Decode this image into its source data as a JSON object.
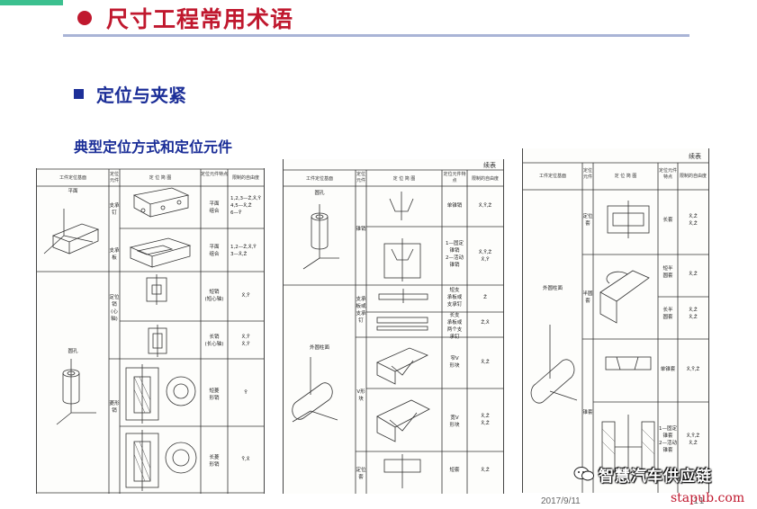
{
  "slide": {
    "title": "尺寸工程常用术语",
    "subheading": "定位与夹紧",
    "caption": "典型定位方式和定位元件",
    "date": "2017/9/11",
    "page_number": "11",
    "watermark": "智慧汽车供应链",
    "site": "stapub.com",
    "colors": {
      "title": "#c0182e",
      "heading": "#1c2f98",
      "rule": "#a9b4d6",
      "accent": "#3cc08f"
    }
  },
  "table1": {
    "headers": [
      "工件定位基面",
      "定位元件",
      "定 位 简 图",
      "定位元件特点",
      "限制的自由度"
    ],
    "rows": [
      {
        "base": "平面",
        "element": "支承钉",
        "feature": "平面\n组合",
        "dof": "1,2,3—Z̄,X̂,Ŷ\n4,5—X̄,Ẑ\n6—Ȳ"
      },
      {
        "base": "",
        "element": "支承板",
        "feature": "平面\n组合",
        "dof": "1,2—Z̄,X̂,Ŷ\n3—X̄,Ẑ"
      },
      {
        "base": "圆孔",
        "element": "定位销\n(心轴)",
        "feature": "短销\n(短心轴)",
        "dof": "X̄,Ȳ"
      },
      {
        "base": "",
        "element": "",
        "feature": "长销\n(长心轴)",
        "dof": "X̄,Ȳ\nX̂,Ŷ"
      },
      {
        "base": "",
        "element": "菱形销",
        "feature": "短菱\n形销",
        "dof": "Ȳ"
      },
      {
        "base": "",
        "element": "",
        "feature": "长菱\n形销",
        "dof": "Ȳ,X̂"
      }
    ]
  },
  "table2": {
    "continued": "续表",
    "headers": [
      "工件定位基面",
      "定位元件",
      "定 位 简 图",
      "定位元件特点",
      "限制的自由度"
    ],
    "rows": [
      {
        "base": "圆孔",
        "element": "锥销",
        "feature": "单锥销",
        "dof": "X̄,Ȳ,Z̄"
      },
      {
        "base": "",
        "element": "",
        "feature": "1—固定\n锥销\n2—活动\n锥销",
        "dof": "X̄,Ȳ,Z̄\nX̂,Ŷ"
      },
      {
        "base": "外圆柱面",
        "element": "支承板或\n支承钉",
        "feature": "短支\n承板或\n支承钉",
        "dof": "Z̄"
      },
      {
        "base": "",
        "element": "",
        "feature": "长支\n承板或\n两个支\n承钉",
        "dof": "Z̄,X̂"
      },
      {
        "base": "",
        "element": "V形块",
        "feature": "窄V\n形块",
        "dof": "X̄,Z̄"
      },
      {
        "base": "",
        "element": "",
        "feature": "宽V\n形块",
        "dof": "X̄,Z̄\nX̂,Ẑ"
      },
      {
        "base": "",
        "element": "定位套",
        "feature": "短套",
        "dof": "X̄,Z̄"
      }
    ]
  },
  "table3": {
    "continued": "续表",
    "headers": [
      "工件定位基面",
      "定位元件",
      "定 位 简 图",
      "定位元件特点",
      "限制的自由度"
    ],
    "rows": [
      {
        "base": "外圆柱面",
        "element": "定位套",
        "feature": "长套",
        "dof": "X̄,Z̄\nX̂,Ẑ"
      },
      {
        "base": "",
        "element": "半圆套",
        "feature": "短半\n圆套",
        "dof": "X̄,Z̄"
      },
      {
        "base": "",
        "element": "",
        "feature": "长半\n圆套",
        "dof": "X̄,Z̄\nX̂,Ẑ"
      },
      {
        "base": "",
        "element": "锥套",
        "feature": "单锥套",
        "dof": "X̄,Ȳ,Z̄"
      },
      {
        "base": "",
        "element": "",
        "feature": "1—固定\n锥套\n2—活动\n锥套",
        "dof": "X̄,Ȳ,Z̄\nX̂,Ẑ"
      }
    ]
  }
}
